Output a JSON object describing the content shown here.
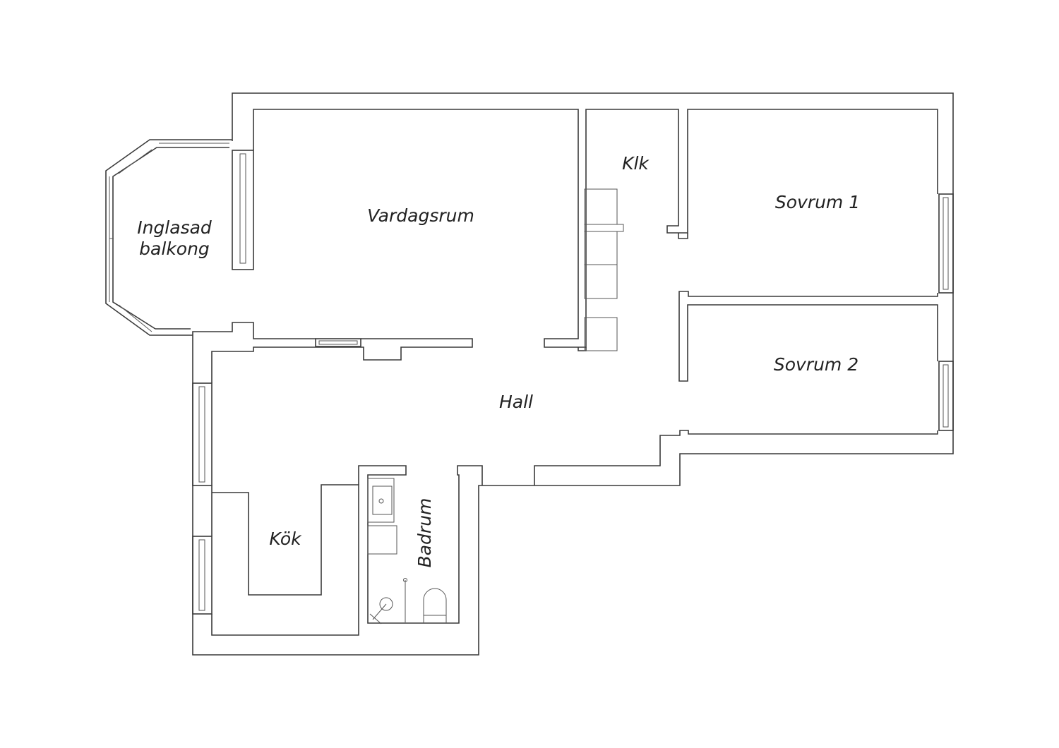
{
  "rooms": {
    "balcony": [
      "Inglasad",
      "balkong"
    ],
    "living": "Vardagsrum",
    "closet": "Klk",
    "bedroom1": "Sovrum 1",
    "bedroom2": "Sovrum 2",
    "hall": "Hall",
    "kitchen": "Kök",
    "bathroom": "Badrum"
  },
  "colors": {
    "line": "#3a3a3a",
    "background": "#ffffff"
  }
}
